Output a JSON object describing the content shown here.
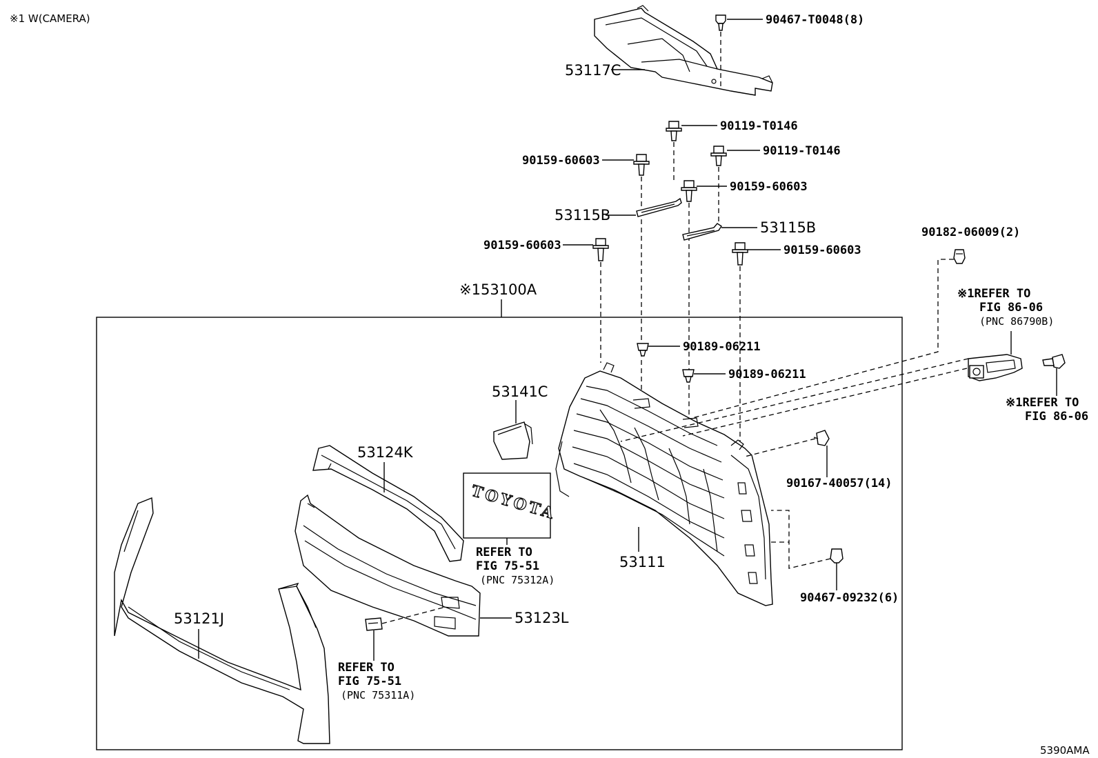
{
  "note": "※1 W(CAMERA)",
  "diagram_code": "5390AMA",
  "parts": {
    "p90467_T0048": "90467-T0048(8)",
    "p53117C": "53117C",
    "p90119_T0146_a": "90119-T0146",
    "p90119_T0146_b": "90119-T0146",
    "p90159_60603_a": "90159-60603",
    "p90159_60603_b": "90159-60603",
    "p90159_60603_c": "90159-60603",
    "p90159_60603_d": "90159-60603",
    "p53115B_a": "53115B",
    "p53115B_b": "53115B",
    "p90182_06009": "90182-06009(2)",
    "p53100A": "※153100A",
    "p90189_06211_a": "90189-06211",
    "p90189_06211_b": "90189-06211",
    "p53141C": "53141C",
    "p53124K": "53124K",
    "p90167_40057": "90167-40057(14)",
    "p53111": "53111",
    "p90467_09232": "90467-09232(6)",
    "p53121J": "53121J",
    "p53123L": "53123L"
  },
  "emblem_text": "TOYOTA",
  "refs": {
    "camera_ref": [
      "※1REFER TO",
      "FIG 86-06",
      "(PNC 86790B)"
    ],
    "camera_ref2": [
      "※1REFER TO",
      "FIG 86-06"
    ],
    "emblem_ref": [
      "REFER TO",
      "FIG 75-51",
      "(PNC 75312A)"
    ],
    "badge_ref": [
      "REFER TO",
      "FIG 75-51",
      "(PNC 75311A)"
    ]
  }
}
